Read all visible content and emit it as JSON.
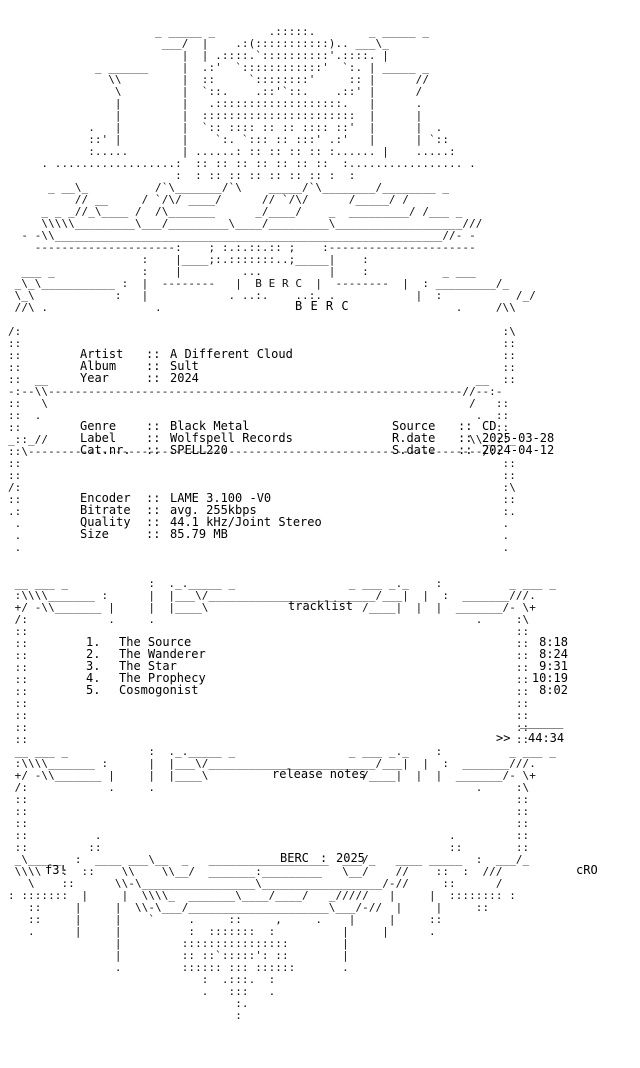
{
  "header": {
    "crew": "B E R C"
  },
  "release": [
    {
      "label": "Artist",
      "sep": "::",
      "value": "A Different Cloud"
    },
    {
      "label": "Album",
      "sep": "::",
      "value": "Sult"
    },
    {
      "label": "Year",
      "sep": "::",
      "value": "2024"
    }
  ],
  "details_left": [
    {
      "label": "Genre",
      "sep": "::",
      "value": "Black Metal"
    },
    {
      "label": "Label",
      "sep": "::",
      "value": "Wolfspell Records"
    },
    {
      "label": "Cat.nr.",
      "sep": "::",
      "value": "SPELL220"
    }
  ],
  "details_right": [
    {
      "label": "Source",
      "sep": "::",
      "value": "CD"
    },
    {
      "label": "R.date",
      "sep": "::",
      "value": "2025-03-28"
    },
    {
      "label": "S.date",
      "sep": "::",
      "value": "2024-04-12"
    }
  ],
  "encoding": [
    {
      "label": "Encoder",
      "sep": "::",
      "value": "LAME 3.100 -V0"
    },
    {
      "label": "Bitrate",
      "sep": "::",
      "value": "avg. 255kbps"
    },
    {
      "label": "Quality",
      "sep": "::",
      "value": "44.1 kHz/Joint Stereo"
    },
    {
      "label": "Size",
      "sep": "::",
      "value": "85.79 MB"
    }
  ],
  "tracklist": {
    "title": "tracklist",
    "tracks": [
      {
        "num": "1.",
        "title": "The Source",
        "length": "8:18"
      },
      {
        "num": "2.",
        "title": "The Wanderer",
        "length": "8:24"
      },
      {
        "num": "3.",
        "title": "The Star",
        "length": "9:31"
      },
      {
        "num": "4.",
        "title": "The Prophecy",
        "length": "10:19"
      },
      {
        "num": "5.",
        "title": "Cosmogonist",
        "length": "8:02"
      }
    ],
    "total_rule": "______",
    "total_marker": ">>",
    "total": "44:34"
  },
  "notes": {
    "title": "release notes"
  },
  "footer": {
    "crew": "BERC",
    "divider": ":",
    "year": "2025",
    "tag_left": "f3!",
    "tag_right": "cRO"
  }
}
